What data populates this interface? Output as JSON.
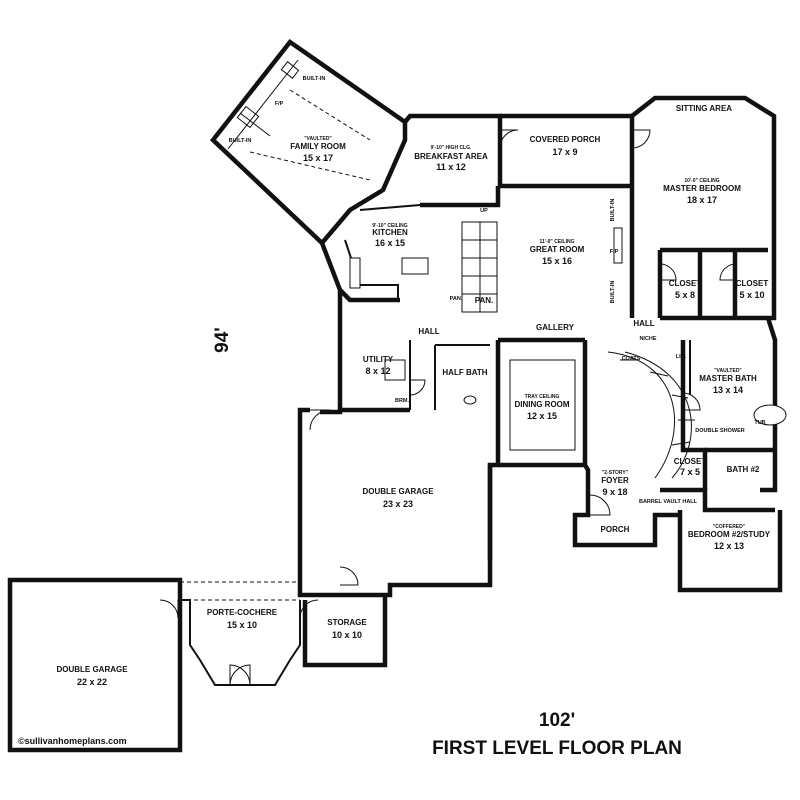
{
  "plan": {
    "title": "FIRST LEVEL FLOOR PLAN",
    "width_dimension": "102'",
    "depth_dimension": "94'",
    "credit": "©sullivanhomeplans.com"
  },
  "rooms": {
    "family_room": {
      "note": "\"VAULTED\"",
      "name": "FAMILY ROOM",
      "size": "15 x 17"
    },
    "breakfast": {
      "note": "9'-10\" HIGH CLG.",
      "name": "BREAKFAST AREA",
      "size": "11 x 12"
    },
    "covered_porch": {
      "name": "COVERED PORCH",
      "size": "17 x 9"
    },
    "sitting_area": {
      "name": "SITTING AREA"
    },
    "master_bedroom": {
      "note": "10'-0\" CEILING",
      "name": "MASTER BEDROOM",
      "size": "18 x 17"
    },
    "kitchen": {
      "note": "9'-10\" CEILING",
      "name": "KITCHEN",
      "size": "16 x 15"
    },
    "great_room": {
      "note": "11'-0\" CEILING",
      "name": "GREAT ROOM",
      "size": "15 x 16"
    },
    "closet_a": {
      "name": "CLOSET",
      "size": "5 x 8"
    },
    "closet_b": {
      "name": "CLOSET",
      "size": "5 x 10"
    },
    "utility": {
      "name": "UTILITY",
      "size": "8 x 12"
    },
    "half_bath": {
      "name": "HALF BATH"
    },
    "dining_room": {
      "note": "TRAY CEILING",
      "name": "DINING ROOM",
      "size": "12 x 15"
    },
    "master_bath": {
      "note": "\"VAULTED\"",
      "name": "MASTER BATH",
      "size": "13 x 14"
    },
    "closet_c": {
      "name": "CLOSET",
      "size": "7 x 5"
    },
    "bath2": {
      "name": "BATH #2"
    },
    "foyer": {
      "note": "\"2-STORY\"",
      "name": "FOYER",
      "size": "9 x 18"
    },
    "study": {
      "note": "\"COFFERED\"",
      "name": "BEDROOM #2/STUDY",
      "size": "12 x 13"
    },
    "garage_main": {
      "name": "DOUBLE GARAGE",
      "size": "23 x 23"
    },
    "porte_cochere": {
      "name": "PORTE-COCHERE",
      "size": "15 x 10"
    },
    "storage": {
      "name": "STORAGE",
      "size": "10 x 10"
    },
    "garage_detached": {
      "name": "DOUBLE GARAGE",
      "size": "22 x 22"
    }
  },
  "labels": {
    "hall_left": "HALL",
    "hall_right": "HALL",
    "gallery": "GALLERY",
    "pan": "PAN.",
    "pan_small": "PAN.",
    "up": "UP",
    "fp_family": "F/P",
    "fp_great": "F/P",
    "coats": "COATS",
    "lin": "LIN.",
    "niche": "NICHE",
    "porch": "PORCH",
    "barrel": "BARREL VAULT HALL",
    "double_shower": "DOUBLE SHOWER",
    "tub": "TUB",
    "built_in_1": "BUILT-IN",
    "built_in_2": "BUILT-IN",
    "built_in_3": "BUILT-IN",
    "built_in_4": "BUILT-IN",
    "brm": "BRM."
  }
}
